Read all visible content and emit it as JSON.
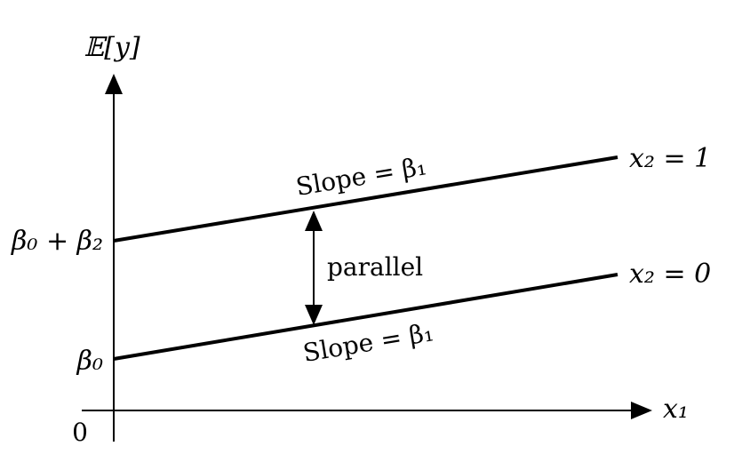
{
  "y_axis": {
    "label": "𝔼[y]"
  },
  "x_axis": {
    "label": "x₁",
    "origin_label": "0"
  },
  "intercepts": {
    "lower": "β₀",
    "upper": "β₀ + β₂"
  },
  "lines": {
    "upper": {
      "name": "x₂ = 1",
      "slope_label": "Slope = β₁"
    },
    "lower": {
      "name": "x₂ = 0",
      "slope_label": "Slope = β₁"
    }
  },
  "annotation": {
    "text": "parallel"
  }
}
